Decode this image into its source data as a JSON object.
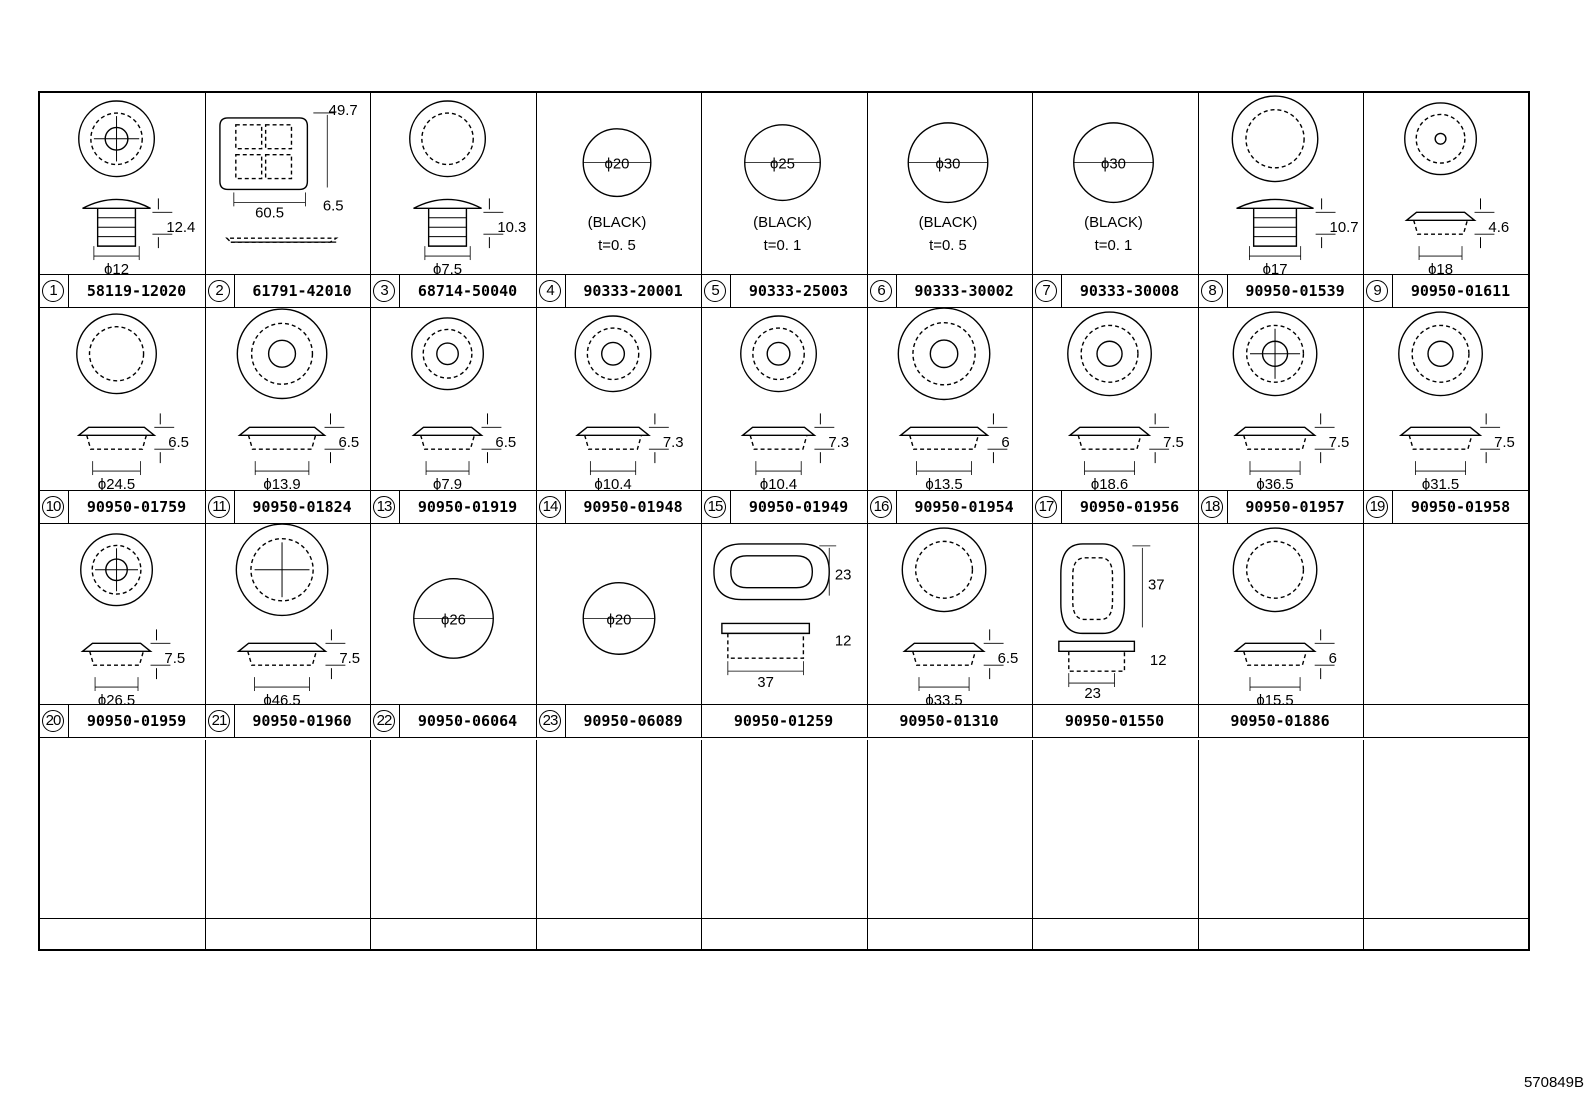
{
  "diagram_code": "570849B",
  "parts": [
    {
      "num": "1",
      "pn": "58119-12020",
      "dims": [
        "12.4",
        "ϕ12"
      ]
    },
    {
      "num": "2",
      "pn": "61791-42010",
      "dims": [
        "49.7",
        "60.5",
        "6.5"
      ]
    },
    {
      "num": "3",
      "pn": "68714-50040",
      "dims": [
        "10.3",
        "ϕ7.5"
      ]
    },
    {
      "num": "4",
      "pn": "90333-20001",
      "dims": [
        "ϕ20",
        "(BLACK)",
        "t=0. 5"
      ]
    },
    {
      "num": "5",
      "pn": "90333-25003",
      "dims": [
        "ϕ25",
        "(BLACK)",
        "t=0. 1"
      ]
    },
    {
      "num": "6",
      "pn": "90333-30002",
      "dims": [
        "ϕ30",
        "(BLACK)",
        "t=0. 5"
      ]
    },
    {
      "num": "7",
      "pn": "90333-30008",
      "dims": [
        "ϕ30",
        "(BLACK)",
        "t=0. 1"
      ]
    },
    {
      "num": "8",
      "pn": "90950-01539",
      "dims": [
        "10.7",
        "ϕ17"
      ]
    },
    {
      "num": "9",
      "pn": "90950-01611",
      "dims": [
        "4.6",
        "ϕ18"
      ]
    },
    {
      "num": "10",
      "pn": "90950-01759",
      "dims": [
        "6.5",
        "ϕ24.5"
      ]
    },
    {
      "num": "11",
      "pn": "90950-01824",
      "dims": [
        "6.5",
        "ϕ13.9"
      ]
    },
    {
      "num": "13",
      "pn": "90950-01919",
      "dims": [
        "6.5",
        "ϕ7.9"
      ]
    },
    {
      "num": "14",
      "pn": "90950-01948",
      "dims": [
        "7.3",
        "ϕ10.4"
      ]
    },
    {
      "num": "15",
      "pn": "90950-01949",
      "dims": [
        "7.3",
        "ϕ10.4"
      ]
    },
    {
      "num": "16",
      "pn": "90950-01954",
      "dims": [
        "6",
        "ϕ13.5"
      ]
    },
    {
      "num": "17",
      "pn": "90950-01956",
      "dims": [
        "7.5",
        "ϕ18.6"
      ]
    },
    {
      "num": "18",
      "pn": "90950-01957",
      "dims": [
        "7.5",
        "ϕ36.5"
      ]
    },
    {
      "num": "19",
      "pn": "90950-01958",
      "dims": [
        "7.5",
        "ϕ31.5"
      ]
    },
    {
      "num": "20",
      "pn": "90950-01959",
      "dims": [
        "7.5",
        "ϕ26.5"
      ]
    },
    {
      "num": "21",
      "pn": "90950-01960",
      "dims": [
        "7.5",
        "ϕ46.5"
      ]
    },
    {
      "num": "22",
      "pn": "90950-06064",
      "dims": [
        "ϕ26"
      ]
    },
    {
      "num": "23",
      "pn": "90950-06089",
      "dims": [
        "ϕ20"
      ]
    },
    {
      "num": "",
      "pn": "90950-01259",
      "dims": [
        "23",
        "12",
        "37"
      ]
    },
    {
      "num": "",
      "pn": "90950-01310",
      "dims": [
        "6.5",
        "ϕ33.5"
      ]
    },
    {
      "num": "",
      "pn": "90950-01550",
      "dims": [
        "37",
        "12",
        "23"
      ]
    },
    {
      "num": "",
      "pn": "90950-01886",
      "dims": [
        "6",
        "ϕ15.5"
      ]
    },
    {
      "num": "",
      "pn": "",
      "dims": []
    }
  ]
}
